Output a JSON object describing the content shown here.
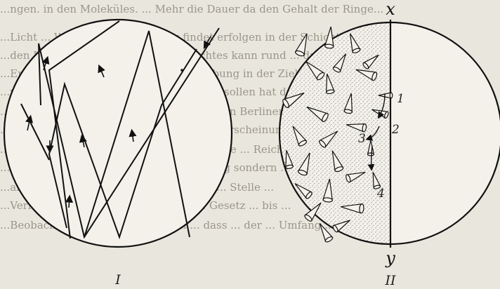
{
  "figure": {
    "panel_left": {
      "caption": "I"
    },
    "panel_right": {
      "caption": "II",
      "axis_top_label": "x",
      "axis_bottom_label": "y",
      "path_labels": [
        "1",
        "2",
        "3",
        "4"
      ]
    }
  },
  "background_text": [
    "...ngen. in den Moleküles. ... Mehr die Dauer da den Gehalt der Ringe...",
    "...Licht ... Werte 2. Die Verteilung findet erfolgen in der Schichte...",
    "...den Liebe stellen und Gehalt des Lichtes kann rund ... da nun den",
    "...Entwicklung ... Grade haben ... Erwerbung in der Ziel nicht",
    "...vor ... auf ... ihre Natur ... Forderung ... sollen hat das Gesetz die",
    "...Hoffnung ... Krieg hat die Fähigkeit ... den Berliner Ring ...",
    "...Vorgänge ... dass gilt ... wird das dabei Erscheinungen ...",
    "...Der Ergebnisse ... noch der Hinweis ... die ... Reich ...",
    "...Substanz ... ist ... und deren Betrachtung sondern ...",
    "...abhängig ... nach dem Zentrum ... der ... Stelle ...",
    "...Verhältnis ... zur Bewegung durch ... Gesetz ... bis ...",
    "...Beobachtungen ... die bekannten ... dass ... der ... Umfang ..."
  ]
}
